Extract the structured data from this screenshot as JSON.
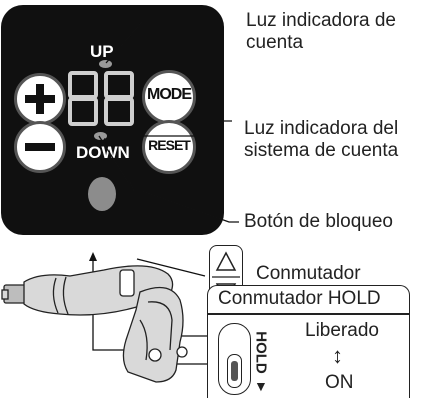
{
  "panel": {
    "up_label": "UP",
    "down_label": "DOWN",
    "plus_symbol": "+",
    "minus_symbol": "−",
    "display_value": "88",
    "mode_label": "MODE",
    "reset_label": "RESET"
  },
  "callouts": {
    "count_indicator": "Luz indicadora de cuenta",
    "count_system_indicator": "Luz indicadora del sistema de cuenta",
    "lock_button": "Botón de bloqueo",
    "switch": "Conmutador"
  },
  "hold_box": {
    "title": "Conmutador HOLD",
    "side_label": "HOLD",
    "arrow_symbol": "▼",
    "released": "Liberado",
    "updown_symbol": "↕",
    "on": "ON"
  },
  "colors": {
    "panel_bg": "#101010",
    "lamp": "#9a9a9a",
    "lock_button": "#8c8c8c"
  },
  "icons": [
    "plus-icon",
    "minus-icon",
    "up-triangle-icon",
    "down-triangle-icon",
    "updown-arrow-icon"
  ]
}
